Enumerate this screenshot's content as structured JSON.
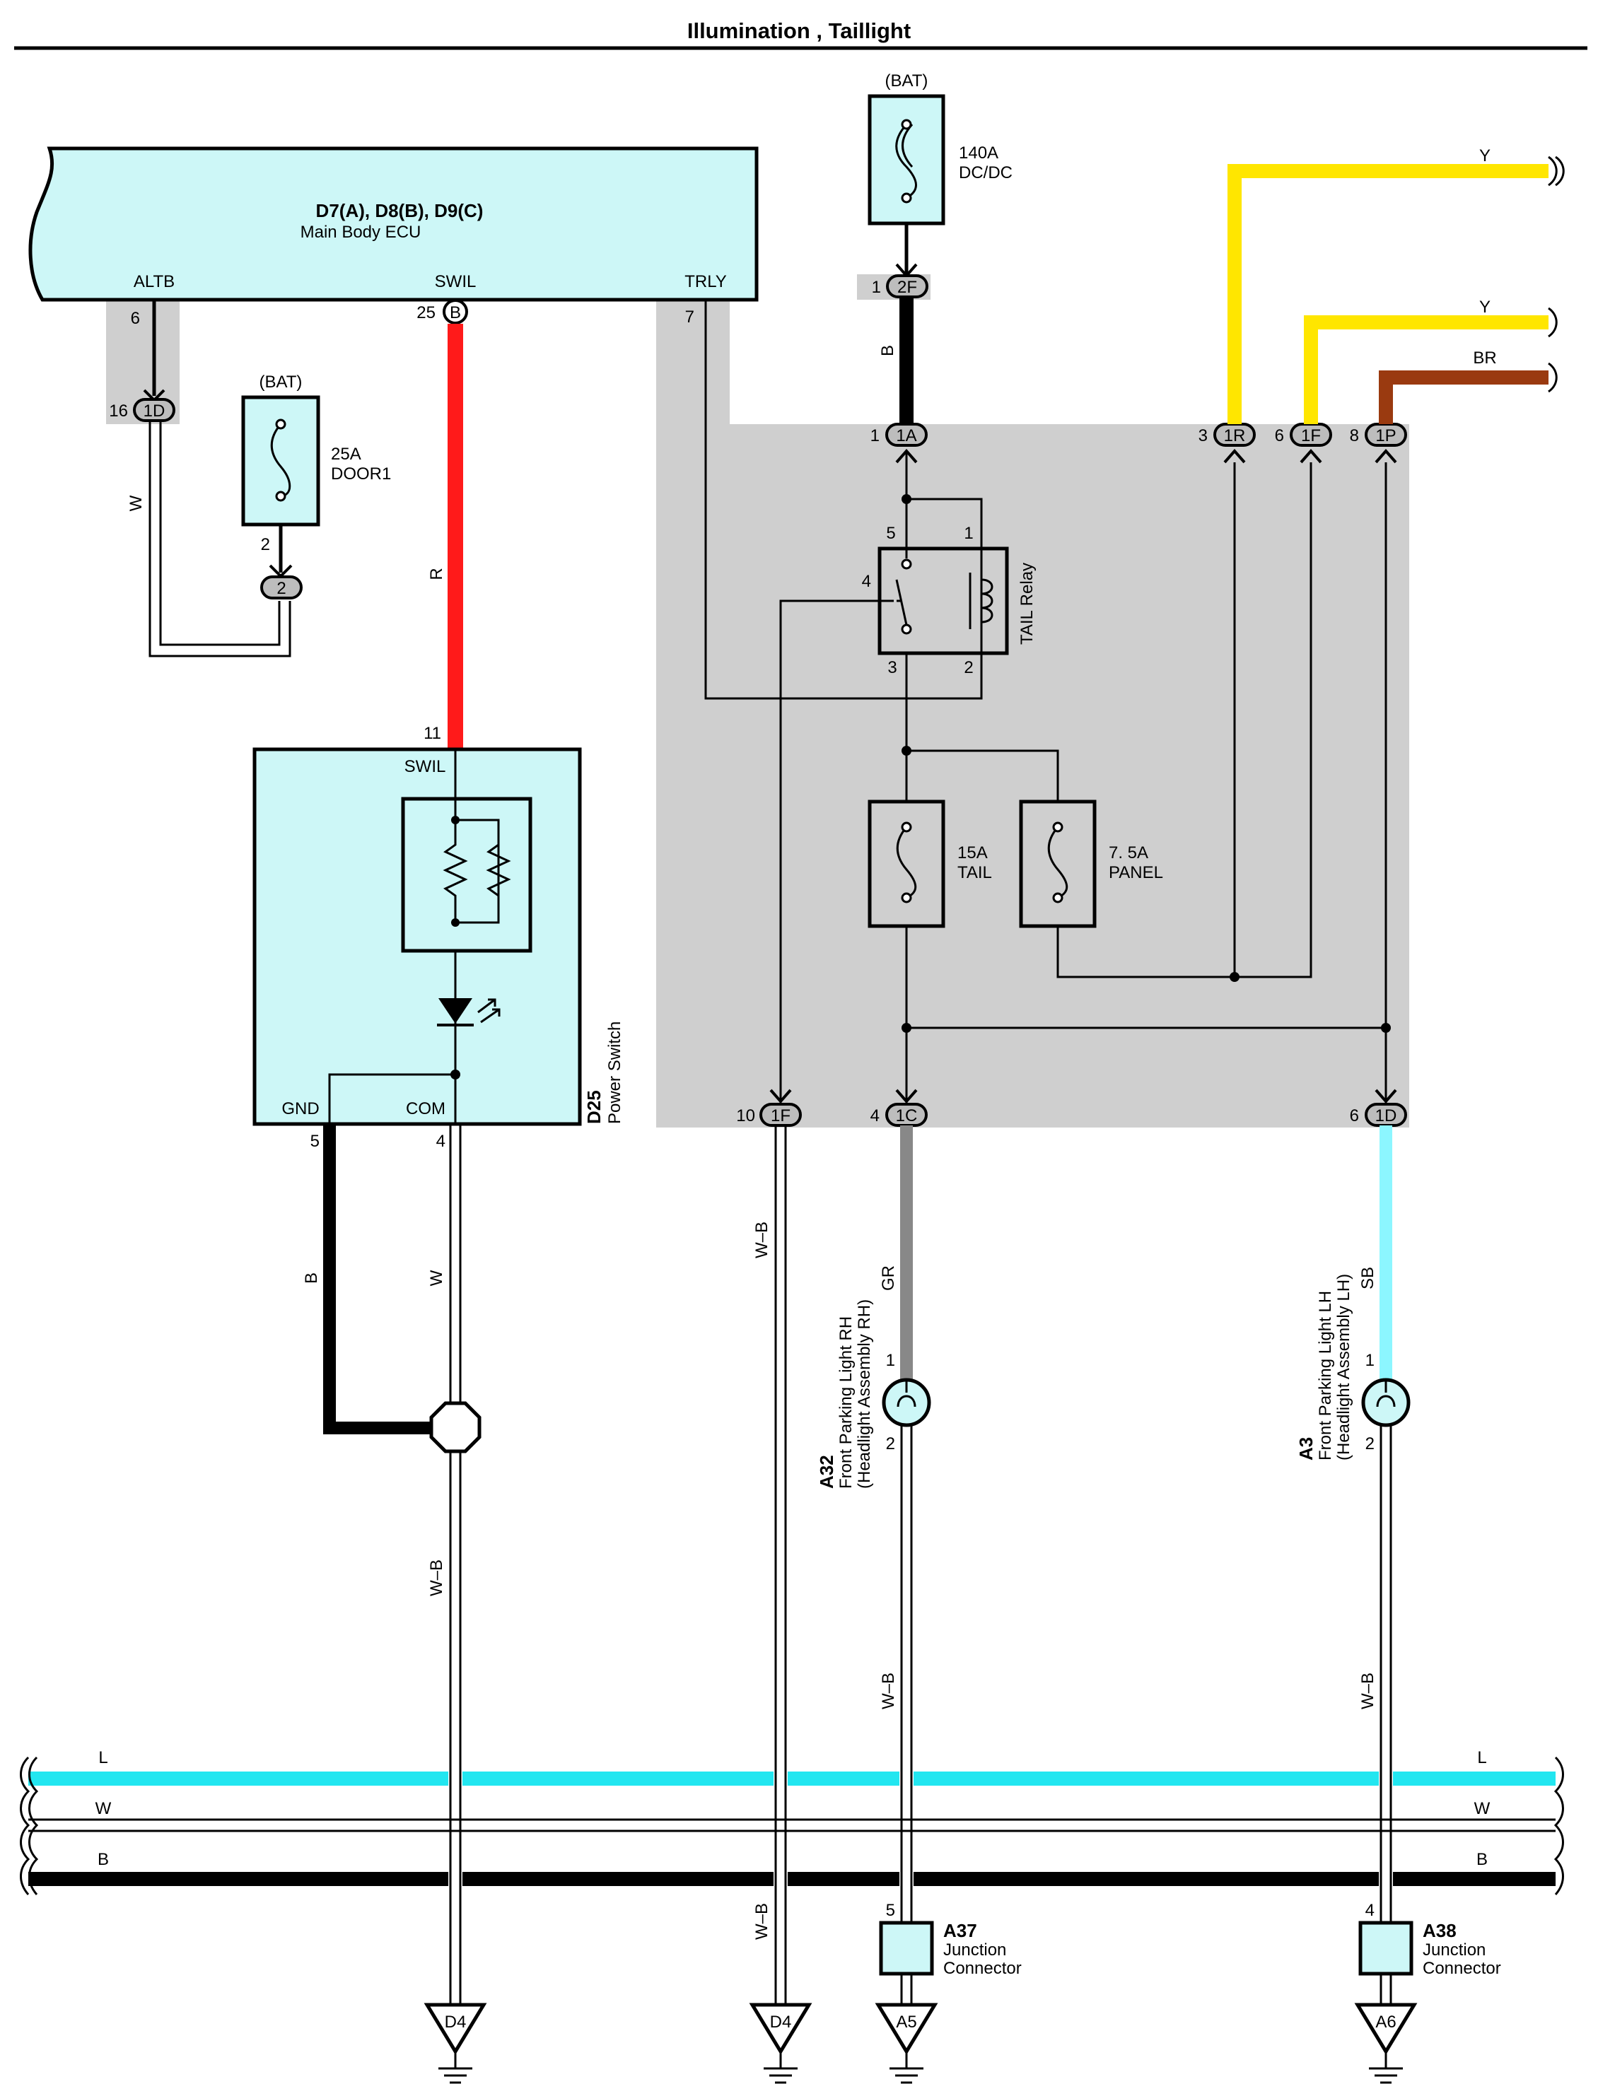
{
  "title": "Illumination , Taillight",
  "colors": {
    "grey_box": "#cfcfcf",
    "component_fill": "#cdf7f7",
    "red": "#ff1a1a",
    "yellow": "#ffe600",
    "brown": "#9a3a10",
    "cyan": "#22e6f0",
    "light_blue": "#8cf6ff",
    "grey_wire": "#888888"
  },
  "ecu": {
    "ref": "D7(A), D8(B), D9(C)",
    "name": "Main Body ECU",
    "pin_altb": "ALTB",
    "pin_swil": "SWIL",
    "pin_trly": "TRLY",
    "pin_altb_no": "6",
    "pin_swil_no": "25",
    "pin_swil_conn": "B",
    "pin_trly_no": "7"
  },
  "fuses": {
    "dcdc": {
      "source": "(BAT)",
      "rating": "140A",
      "name": "DC/DC"
    },
    "door1": {
      "source": "(BAT)",
      "rating": "25A",
      "name": "DOOR1",
      "pin": "2",
      "conn": "2"
    },
    "tail": {
      "rating": "15A",
      "name": "TAIL"
    },
    "panel": {
      "rating": "7. 5A",
      "name": "PANEL"
    }
  },
  "connectors": {
    "c2f": {
      "pin": "1",
      "id": "2F"
    },
    "c1d_top": {
      "pin": "16",
      "id": "1D"
    },
    "c1a": {
      "pin": "1",
      "id": "1A"
    },
    "c1r": {
      "pin": "3",
      "id": "1R"
    },
    "c1f_top": {
      "pin": "6",
      "id": "1F"
    },
    "c1p": {
      "pin": "8",
      "id": "1P"
    },
    "c1f_bot": {
      "pin": "10",
      "id": "1F"
    },
    "c1c": {
      "pin": "4",
      "id": "1C"
    },
    "c1d_bot": {
      "pin": "6",
      "id": "1D"
    }
  },
  "relay": {
    "name": "TAIL Relay",
    "p1": "1",
    "p2": "2",
    "p3": "3",
    "p4": "4",
    "p5": "5"
  },
  "power_switch": {
    "ref": "D25",
    "name": "Power Switch",
    "swil": "SWIL",
    "gnd": "GND",
    "com": "COM",
    "pin_swil": "11",
    "pin_gnd": "5",
    "pin_com": "4"
  },
  "lights": {
    "rh": {
      "ref": "A32",
      "name": "Front Parking Light RH",
      "sub": "(Headlight Assembly RH)",
      "p1": "1",
      "p2": "2"
    },
    "lh": {
      "ref": "A3",
      "name": "Front Parking Light LH",
      "sub": "(Headlight Assembly LH)",
      "p1": "1",
      "p2": "2"
    }
  },
  "junctions": {
    "a37": {
      "ref": "A37",
      "line1": "Junction",
      "line2": "Connector",
      "pin": "5"
    },
    "a38": {
      "ref": "A38",
      "line1": "Junction",
      "line2": "Connector",
      "pin": "4"
    }
  },
  "grounds": {
    "g1": "D4",
    "g2": "D4",
    "g3": "A5",
    "g4": "A6"
  },
  "wire_labels": {
    "w_altb": "W",
    "r_swil": "R",
    "b_2f": "B",
    "y_top": "Y",
    "y_mid": "Y",
    "br": "BR",
    "b_gnd": "B",
    "w_com": "W",
    "wb_ps": "W–B",
    "wb_1f": "W–B",
    "gr": "GR",
    "sb": "SB",
    "wb_rh": "W–B",
    "wb_lh": "W–B",
    "wb_1f_low": "W–B"
  },
  "bus": {
    "l_left": "L",
    "l_right": "L",
    "w_left": "W",
    "w_right": "W",
    "b_left": "B",
    "b_right": "B"
  }
}
